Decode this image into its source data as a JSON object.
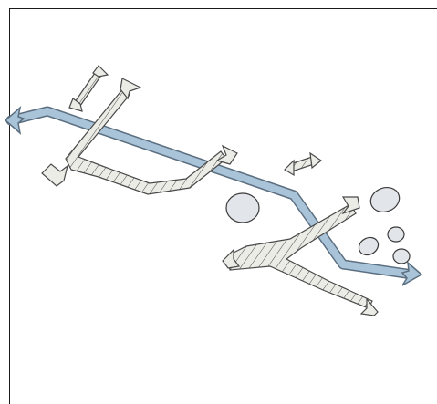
{
  "diagram": {
    "colors": {
      "main_path": "#a9c4d9",
      "main_path_outline": "#5c6f80",
      "hatch_fill": "#ecece6",
      "hatch_outline": "#4a4a4a",
      "blob_fill": "#e2e5ea",
      "blob_outline": "#3a3a3a",
      "frame": "#1a1a1a"
    },
    "elements": {
      "main_path": "blue-flow-arrow",
      "corridors": [
        "hatched-corridor-upper-left",
        "hatched-corridor-lower-right"
      ],
      "short_links": [
        "double-arrow-upper-left",
        "double-arrow-middle"
      ],
      "blobs": 5
    }
  }
}
